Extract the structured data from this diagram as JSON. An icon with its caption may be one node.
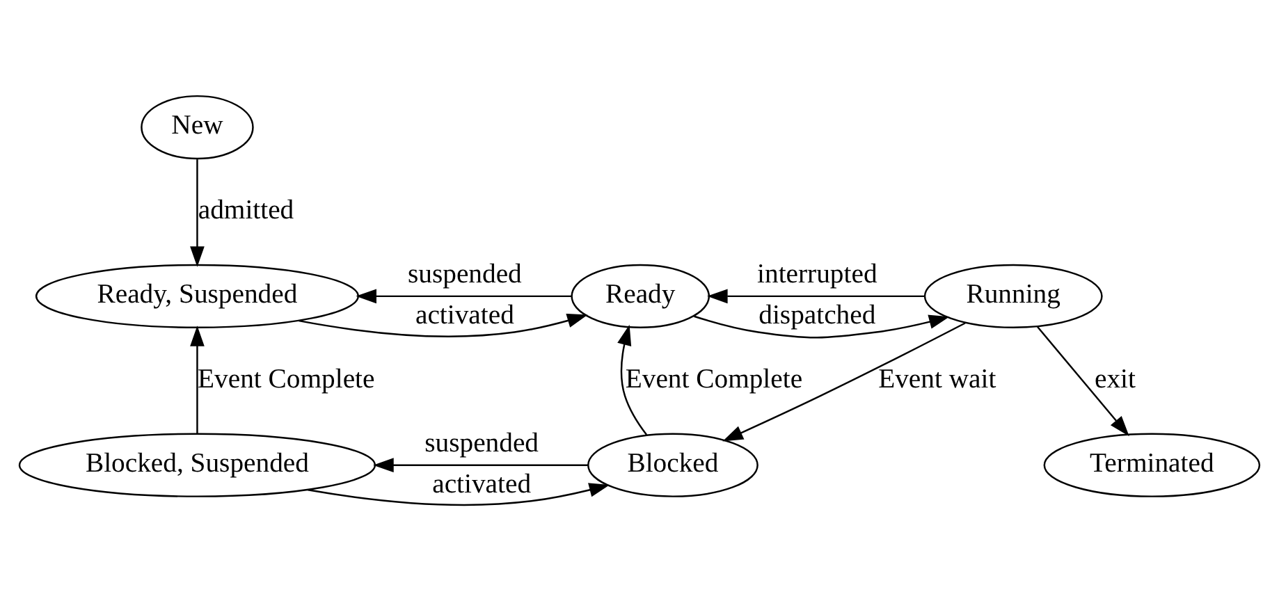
{
  "diagram": {
    "nodes": [
      {
        "text": [
          "New"
        ]
      },
      {
        "text": [
          "Ready, Suspended"
        ]
      },
      {
        "text": [
          "Ready"
        ]
      },
      {
        "text": [
          "Running"
        ]
      },
      {
        "text": [
          "Blocked, Suspended"
        ]
      },
      {
        "text": [
          "Blocked"
        ]
      },
      {
        "text": [
          "Terminated"
        ]
      }
    ],
    "edges": [
      {
        "from": 0,
        "to": 1,
        "arrow": "to",
        "label": "admitted"
      },
      {
        "from": 1,
        "to": 2,
        "arrow": "to",
        "label": "activated"
      },
      {
        "from": 2,
        "to": 1,
        "arrow": "to",
        "label": "suspended"
      },
      {
        "from": 2,
        "to": 3,
        "arrow": "to",
        "label": "dispatched"
      },
      {
        "from": 3,
        "to": 2,
        "arrow": "to",
        "label": "interrupted"
      },
      {
        "from": 3,
        "to": 6,
        "arrow": "to",
        "label": "exit"
      },
      {
        "from": 3,
        "to": 5,
        "arrow": "to",
        "label": "Event wait"
      },
      {
        "from": 5,
        "to": 2,
        "arrow": "to",
        "label": "Event Complete"
      },
      {
        "from": 5,
        "to": 4,
        "arrow": "to",
        "label": "suspended"
      },
      {
        "from": 4,
        "to": 5,
        "arrow": "to",
        "label": "activated"
      },
      {
        "from": 4,
        "to": 1,
        "arrow": "to",
        "label": "Event Complete"
      }
    ]
  }
}
